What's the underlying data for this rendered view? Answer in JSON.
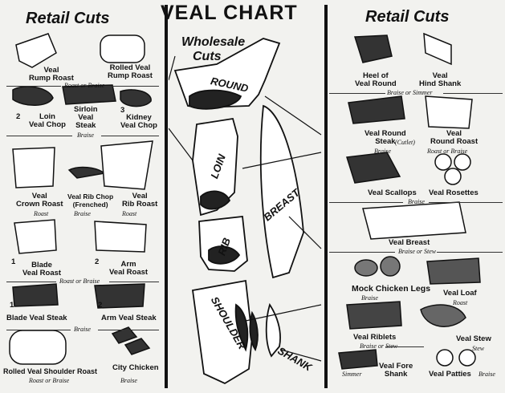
{
  "title": "VEAL CHART",
  "left_heading": "Retail Cuts",
  "right_heading": "Retail Cuts",
  "center_heading_1": "Wholesale",
  "center_heading_2": "Cuts",
  "wholesale": {
    "round": "ROUND",
    "loin": "LOIN",
    "rib": "RIB",
    "breast": "BREAST",
    "shoulder": "SHOULDER",
    "shank": "SHANK"
  },
  "left": {
    "rump_roast": "Veal\nRump Roast",
    "rolled_rump": "Rolled Veal\nRump Roast",
    "m1": "Roast or Braise",
    "loin_chop": "Loin\nVeal Chop",
    "sirloin": "Sirloin\nVeal\nSteak",
    "kidney_chop": "Kidney\nVeal Chop",
    "m2": "Braise",
    "crown": "Veal\nCrown Roast",
    "rib_chop": "Veal Rib Chop\n(Frenched)",
    "rib_roast": "Veal\nRib Roast",
    "m3a": "Roast",
    "m3b": "Braise",
    "m3c": "Roast",
    "blade_roast": "Blade\nVeal Roast",
    "arm_roast": "Arm\nVeal Roast",
    "m4": "Roast or Braise",
    "blade_steak": "Blade Veal Steak",
    "arm_steak": "Arm Veal Steak",
    "m5": "Braise",
    "rolled_shoulder": "Rolled Veal Shoulder Roast",
    "city_chicken": "City Chicken",
    "m6a": "Roast or Braise",
    "m6b": "Braise",
    "n1": "1",
    "n2": "2",
    "n3": "3"
  },
  "right": {
    "heel": "Heel of\nVeal Round",
    "hind_shank": "Veal\nHind Shank",
    "m1": "Braise or Simmer",
    "round_steak": "Veal Round\nSteak",
    "cutlet": "(Cutlet)",
    "round_roast": "Veal\nRound Roast",
    "m2a": "Braise",
    "m2b": "Roast or Braise",
    "scallops": "Veal Scallops",
    "rosettes": "Veal Rosettes",
    "m3": "Braise",
    "breast": "Veal Breast",
    "m4": "Braise or Stew",
    "mock_chicken": "Mock Chicken Legs",
    "m5a": "Braise",
    "loaf": "Veal Loaf",
    "m5b": "Roast",
    "riblets": "Veal Riblets",
    "m6": "Braise or Stew",
    "stew": "Veal Stew",
    "m7": "Stew",
    "fore_shank": "Veal Fore\nShank",
    "patties": "Veal Patties",
    "m8a": "Simmer",
    "m8b": "Braise"
  }
}
